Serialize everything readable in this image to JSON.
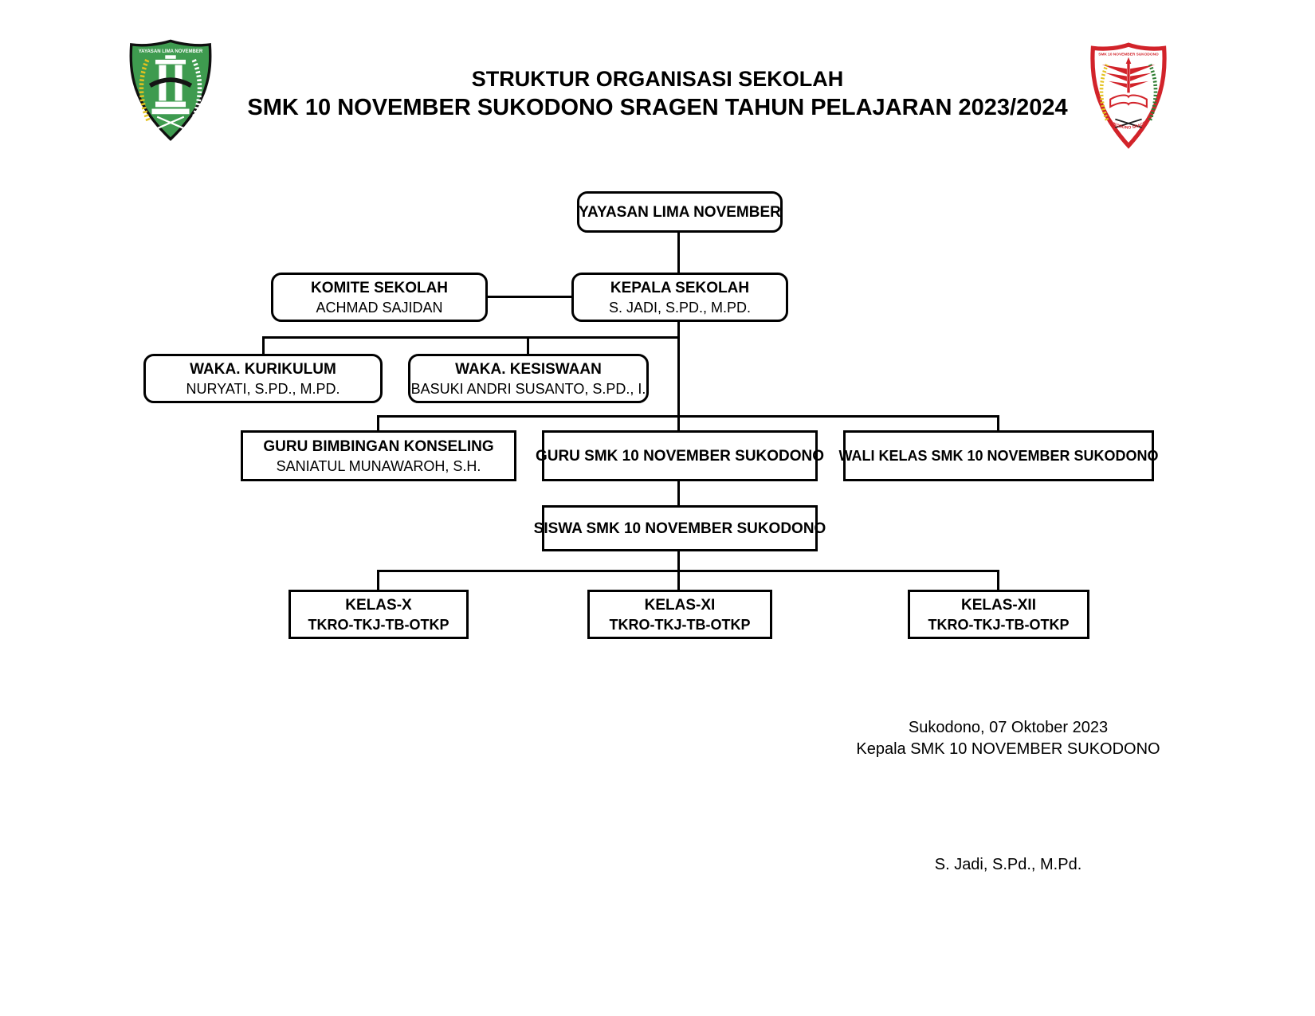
{
  "header": {
    "title_line1": "STRUKTUR ORGANISASI SEKOLAH",
    "title_line2": "SMK 10 NOVEMBER SUKODONO SRAGEN TAHUN PELAJARAN 2023/2024"
  },
  "logos": {
    "left": {
      "banner_text": "YAYASAN LIMA NOVEMBER",
      "shield_color": "#3E9B4F",
      "wheat_color": "#E3C220",
      "outline_color": "#101010"
    },
    "right": {
      "top_text": "SMK 10 NOVEMBER SUKODONO",
      "bottom_text": "SUKODONO SRAGEN",
      "accent_color": "#D2232A",
      "wheat_color": "#E3C220",
      "laurel_color": "#2E7D32"
    }
  },
  "org_chart": {
    "nodes": {
      "yayasan": {
        "title": "YAYASAN LIMA NOVEMBER"
      },
      "komite": {
        "title": "KOMITE SEKOLAH",
        "subtitle": "ACHMAD SAJIDAN"
      },
      "kepala": {
        "title": "KEPALA SEKOLAH",
        "subtitle": "S. JADI, S.PD., M.PD."
      },
      "waka_kurikulum": {
        "title": "WAKA. KURIKULUM",
        "subtitle": "NURYATI, S.PD., M.PD."
      },
      "waka_kesiswaan": {
        "title": "WAKA. KESISWAAN",
        "subtitle": "BASUKI ANDRI SUSANTO, S.PD., I."
      },
      "guru_bk": {
        "title": "GURU BIMBINGAN KONSELING",
        "subtitle": "SANIATUL MUNAWAROH, S.H."
      },
      "guru_smk": {
        "title": "GURU SMK 10 NOVEMBER SUKODONO"
      },
      "wali_kelas": {
        "title": "WALI KELAS SMK 10 NOVEMBER SUKODONO"
      },
      "siswa": {
        "title": "SISWA SMK 10 NOVEMBER SUKODONO"
      },
      "kelas_x": {
        "title": "KELAS-X",
        "subtitle": "TKRO-TKJ-TB-OTKP"
      },
      "kelas_xi": {
        "title": "KELAS-XI",
        "subtitle": "TKRO-TKJ-TB-OTKP"
      },
      "kelas_xii": {
        "title": "KELAS-XII",
        "subtitle": "TKRO-TKJ-TB-OTKP"
      }
    }
  },
  "signature": {
    "place_date": "Sukodono, 07 Oktober 2023",
    "role_line": "Kepala SMK 10 NOVEMBER SUKODONO",
    "name": "S. Jadi, S.Pd., M.Pd."
  }
}
